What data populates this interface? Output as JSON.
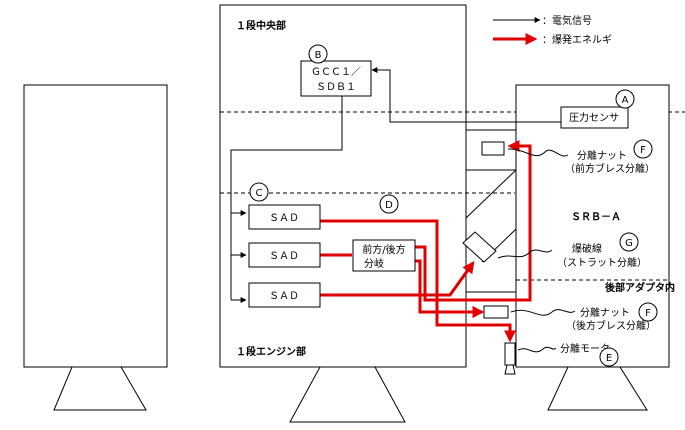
{
  "legend": {
    "electric_signal": "：電気信号",
    "explosive_energy": "：爆発エネルギ"
  },
  "sections": {
    "first_stage_center": "１段中央部",
    "first_stage_engine": "１段エンジン部",
    "srb": "ＳＲＢ－Ａ",
    "rear_adapter": "後部アダプタ内"
  },
  "components": {
    "gcc_line1": "ＧＣＣ１／",
    "gcc_line2": "ＳＤＢ１",
    "sad1": "ＳＡＤ",
    "sad2": "ＳＡＤ",
    "sad3": "ＳＡＤ",
    "branch_line1": "前方/後方",
    "branch_line2": "分岐",
    "pressure_sensor": "圧力センサ"
  },
  "callouts": {
    "nut_front_line1": "分離ナット",
    "nut_front_line2": "（前方ブレス分離）",
    "cutter_line1": "爆破線",
    "cutter_line2": "（ストラット分離）",
    "nut_rear_line1": "分離ナット",
    "nut_rear_line2": "（後方ブレス分離）",
    "motor": "分離モータ"
  },
  "markers": {
    "a": "A",
    "b": "B",
    "c": "C",
    "d": "D",
    "e": "E",
    "f1": "F",
    "f2": "F",
    "g": "G"
  },
  "colors": {
    "energy": "#e00000",
    "signal": "#000000"
  }
}
